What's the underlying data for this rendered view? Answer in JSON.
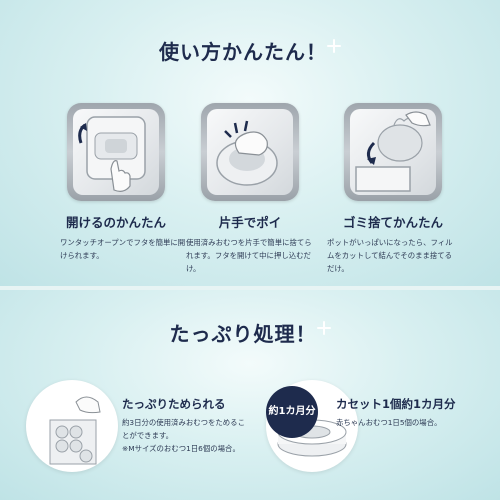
{
  "section1": {
    "heading": "使い方かんたん！",
    "steps": [
      {
        "title": "開けるのかんたん",
        "description": "ワンタッチオープンでフタを簡単に開けられます。"
      },
      {
        "title": "片手でポイ",
        "description": "使用済みおむつを片手で簡単に捨てられます。フタを開けて中に押し込むだけ。"
      },
      {
        "title": "ゴミ捨てかんたん",
        "description": "ポットがいっぱいになったら、フィルムをカットして結んでそのまま捨てるだけ。"
      }
    ]
  },
  "section2": {
    "heading": "たっぷり処理！",
    "features": [
      {
        "title": "たっぷりためられる",
        "description": "約3日分の使用済みおむつをためることができます。",
        "note": "※Mサイズのおむつ1日6個の場合。"
      },
      {
        "title": "カセット1個約1カ月分",
        "badge": "約1カ月分",
        "description": "赤ちゃんおむつ1日5個の場合。"
      }
    ]
  },
  "colors": {
    "heading": "#1e2b4d",
    "panel": "#d9f0f1",
    "accent_navy": "#1e2b4d"
  }
}
